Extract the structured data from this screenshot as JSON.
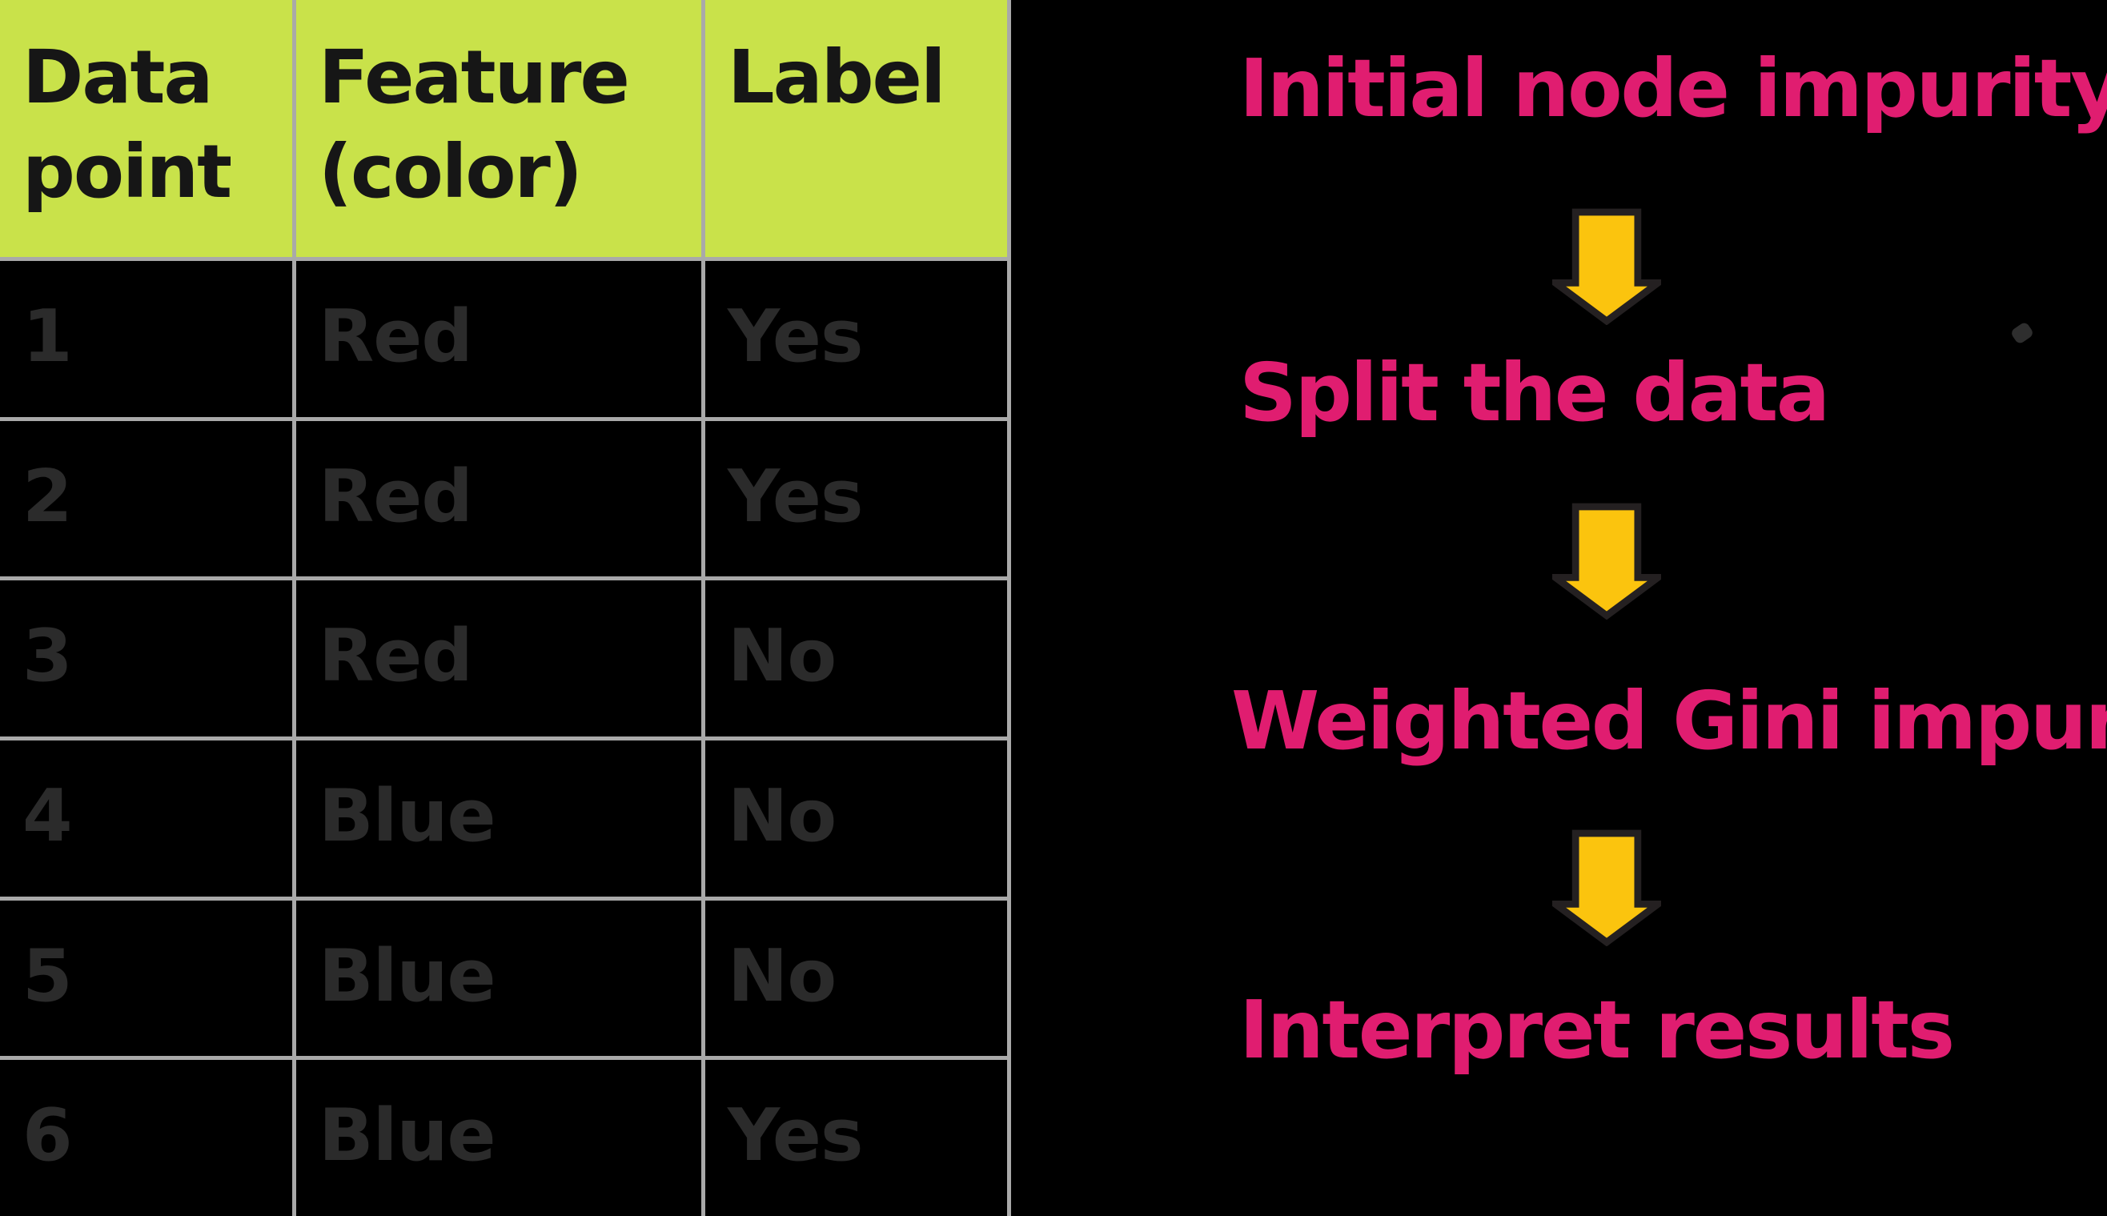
{
  "table": {
    "columns": [
      "Data point",
      "Feature (color)",
      "Label"
    ],
    "rows": [
      {
        "point": "1",
        "feature": "Red",
        "label": "Yes"
      },
      {
        "point": "2",
        "feature": "Red",
        "label": "Yes"
      },
      {
        "point": "3",
        "feature": "Red",
        "label": "No"
      },
      {
        "point": "4",
        "feature": "Blue",
        "label": "No"
      },
      {
        "point": "5",
        "feature": "Blue",
        "label": "No"
      },
      {
        "point": "6",
        "feature": "Blue",
        "label": "Yes"
      }
    ]
  },
  "flow": {
    "steps": [
      "Initial node impurity",
      "Split the data",
      "Weighted Gini impurity",
      "Interpret results"
    ]
  },
  "colors": {
    "background": "#000000",
    "header_bg": "#c9e24a",
    "grid_gray": "#a9a9a9",
    "header_text": "#161616",
    "row_text": "#2b2b2b",
    "accent_pink": "#e01d70",
    "arrow_yellow": "#fbc40e",
    "arrow_outline": "#242021"
  }
}
